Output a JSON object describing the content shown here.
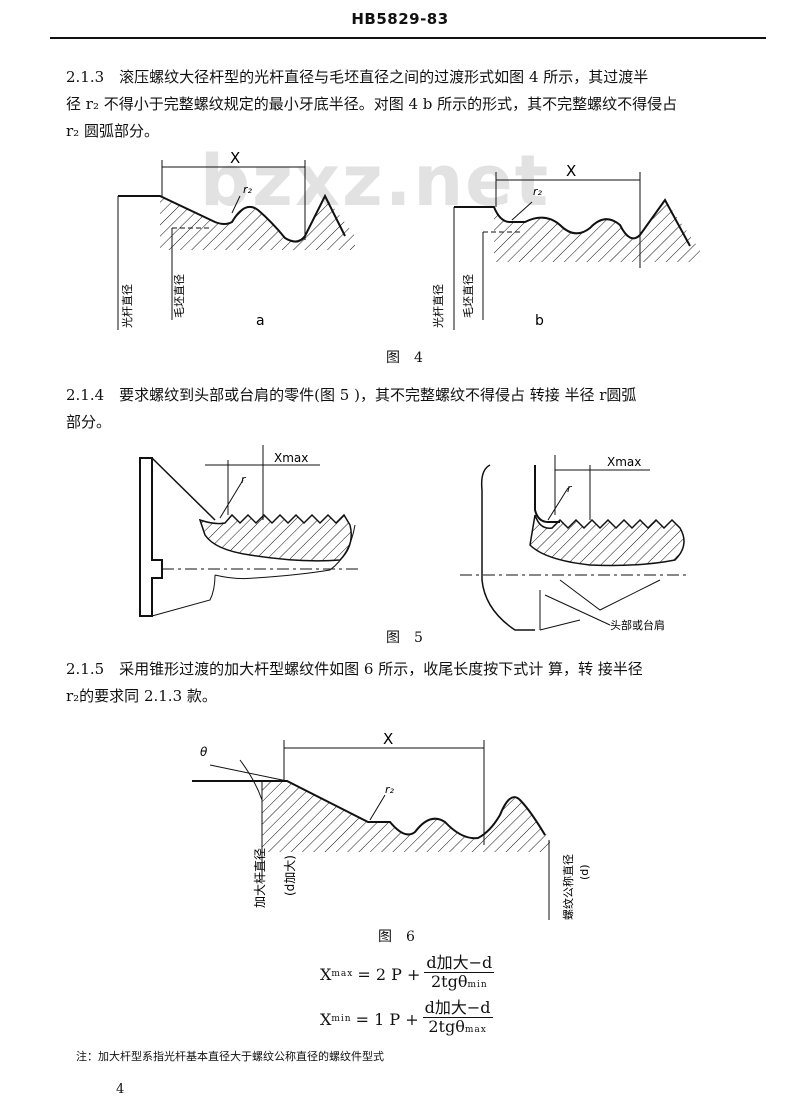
{
  "header": "HB5829-83",
  "watermark": "bzxz.net",
  "s213": {
    "line1": "2.1.3　滚压螺纹大径杆型的光杆直径与毛坯直径之间的过渡形式如图 4 所示，其过渡半",
    "line2": "径 r₂ 不得小于完整螺纹规定的最小牙底半径。对图 4 b 所示的形式，其不完整螺纹不得侵占",
    "line3": "r₂ 圆弧部分。"
  },
  "fig4": {
    "x_label": "X",
    "r_label": "r₂",
    "a_label1": "光杆直径",
    "a_label2": "毛坯直径",
    "b_label1": "光杆直径",
    "b_label2": "毛坯直径",
    "sub_a": "a",
    "sub_b": "b",
    "caption": "图　4"
  },
  "s214": {
    "line1": "2.1.4　要求螺纹到头部或台肩的零件(图 5 )，其不完整螺纹不得侵占 转接 半径 r圆弧",
    "line2": "部分。"
  },
  "fig5": {
    "xmax1": "Xmax",
    "xmax2": "Xmax",
    "r1": "r",
    "r2": "r",
    "callout": "头部或台肩",
    "caption": "图　5"
  },
  "s215": {
    "line1": "2.1.5　采用锥形过渡的加大杆型螺纹件如图 6 所示，收尾长度按下式计 算，转 接半径",
    "line2": "r₂的要求同 2.1.3 款。"
  },
  "fig6": {
    "theta": "θ",
    "x_label": "X",
    "r_label": "r₂",
    "left_label": "加大杆直径",
    "left_sub": "(d加大)",
    "right_label": "螺纹公称直径",
    "right_sub": "(d)",
    "caption": "图　6"
  },
  "formulas": {
    "f1_lhs": "X",
    "f1_sub": "max",
    "f1_mid": "= 2 P +",
    "f1_num": "d加大−d",
    "f1_den_a": "2tgθ",
    "f1_den_sub": "min",
    "f2_lhs": "X",
    "f2_sub": "min",
    "f2_mid": "= 1 P +",
    "f2_num": "d加大−d",
    "f2_den_a": "2tgθ",
    "f2_den_sub": "max"
  },
  "note": "注：加大杆型系指光杆基本直径大于螺纹公称直径的螺纹件型式",
  "page_number": "4"
}
